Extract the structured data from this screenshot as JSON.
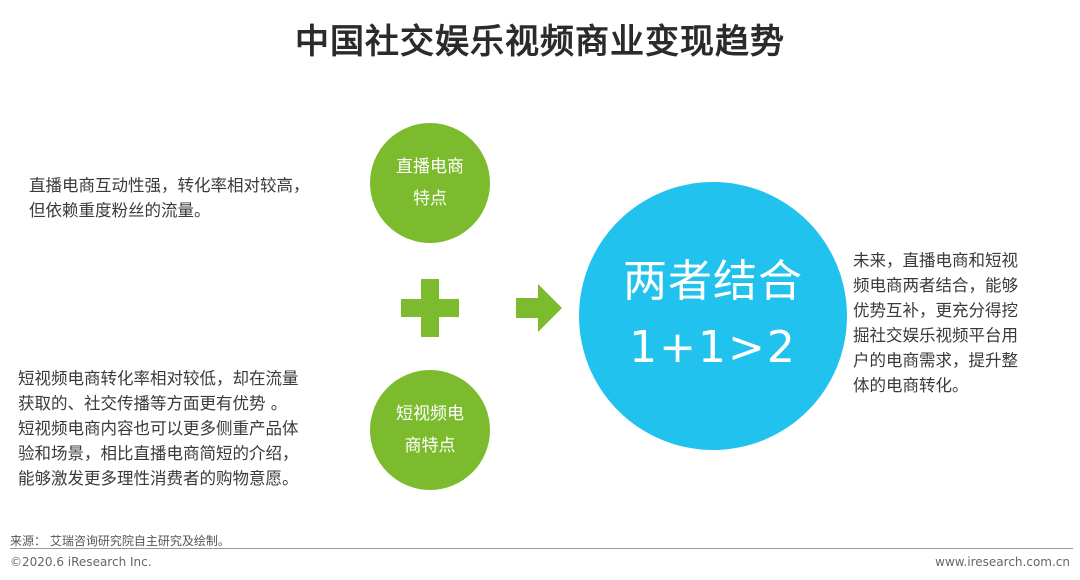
{
  "title": "中国社交娱乐视频商业变现趋势",
  "colors": {
    "green": "#7dbb2e",
    "blue": "#21c3ee",
    "text": "#3a3a3a"
  },
  "live": {
    "circle_line1": "直播电商",
    "circle_line2": "特点",
    "desc_line1": "直播电商互动性强，转化率相对较高，",
    "desc_line2": "但依赖重度粉丝的流量。"
  },
  "short": {
    "circle_line1": "短视频电",
    "circle_line2": "商特点",
    "desc_lines": [
      "短视频电商转化率相对较低，却在流量",
      "获取的、社交传播等方面更有优势 。",
      "短视频电商内容也可以更多侧重产品体",
      "验和场景，相比直播电商简短的介绍，",
      "能够激发更多理性消费者的购物意愿。"
    ]
  },
  "combined": {
    "label": "两者结合",
    "equation": "1+1>2",
    "desc_lines": [
      "未来，直播电商和短视",
      "频电商两者结合，能够",
      "优势互补，更充分得挖",
      "掘社交娱乐视频平台用",
      "户的电商需求，提升整",
      "体的电商转化。"
    ]
  },
  "icons": {
    "plus": "plus-icon",
    "arrow": "right-arrow-icon"
  },
  "footer": {
    "source": "来源： 艾瑞咨询研究院自主研究及绘制。",
    "copyright": "©2020.6 iResearch Inc.",
    "website": "www.iresearch.com.cn"
  }
}
